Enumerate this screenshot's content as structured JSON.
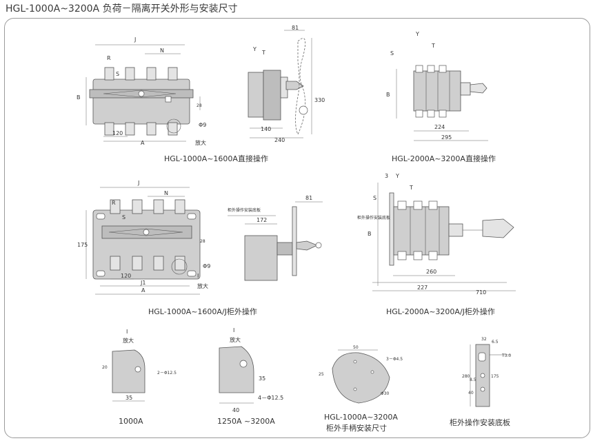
{
  "title": "HGL-1000A~3200A 负荷－隔离开关外形与安装尺寸",
  "captions": {
    "c1": "HGL-1000A~1600A直接操作",
    "c2": "HGL-2000A~3200A直接操作",
    "c3": "HGL-1000A~1600A/J柜外操作",
    "c4": "HGL-2000A~3200A/J柜外操作",
    "c5": "1000A",
    "c6": "1250A ~3200A",
    "c7a": "HGL-1000A~3200A",
    "c7b": "柜外手柄安装尺寸",
    "c8": "柜外操作安装底板"
  },
  "labels": {
    "J": "J",
    "R": "R",
    "N": "N",
    "S": "S",
    "B": "B",
    "A": "A",
    "T": "T",
    "Y": "Y",
    "I": "I",
    "J1": "J1",
    "n120": "120",
    "n28": "28",
    "phi9": "Φ9",
    "fangda": "放大",
    "n81": "81",
    "n330": "330",
    "n140": "140",
    "n240": "240",
    "n224": "224",
    "n295": "295",
    "n175": "175",
    "n172": "172",
    "guipanel": "柜外操作安装底板",
    "n3": "3",
    "n260": "260",
    "n227": "227",
    "n710": "710",
    "n20": "20",
    "h2phi125": "2－Φ12.5",
    "n35": "35",
    "n40": "40",
    "h4phi125": "4－Φ12.5",
    "n50": "50",
    "h3phi45": "3－Φ4.5",
    "n25": "25",
    "phi30": "Φ30",
    "n32": "32",
    "n65": "6.5",
    "t30": "T3.0",
    "n280": "280",
    "n175b": "175",
    "n85": "8.5",
    "n40b": "40"
  }
}
